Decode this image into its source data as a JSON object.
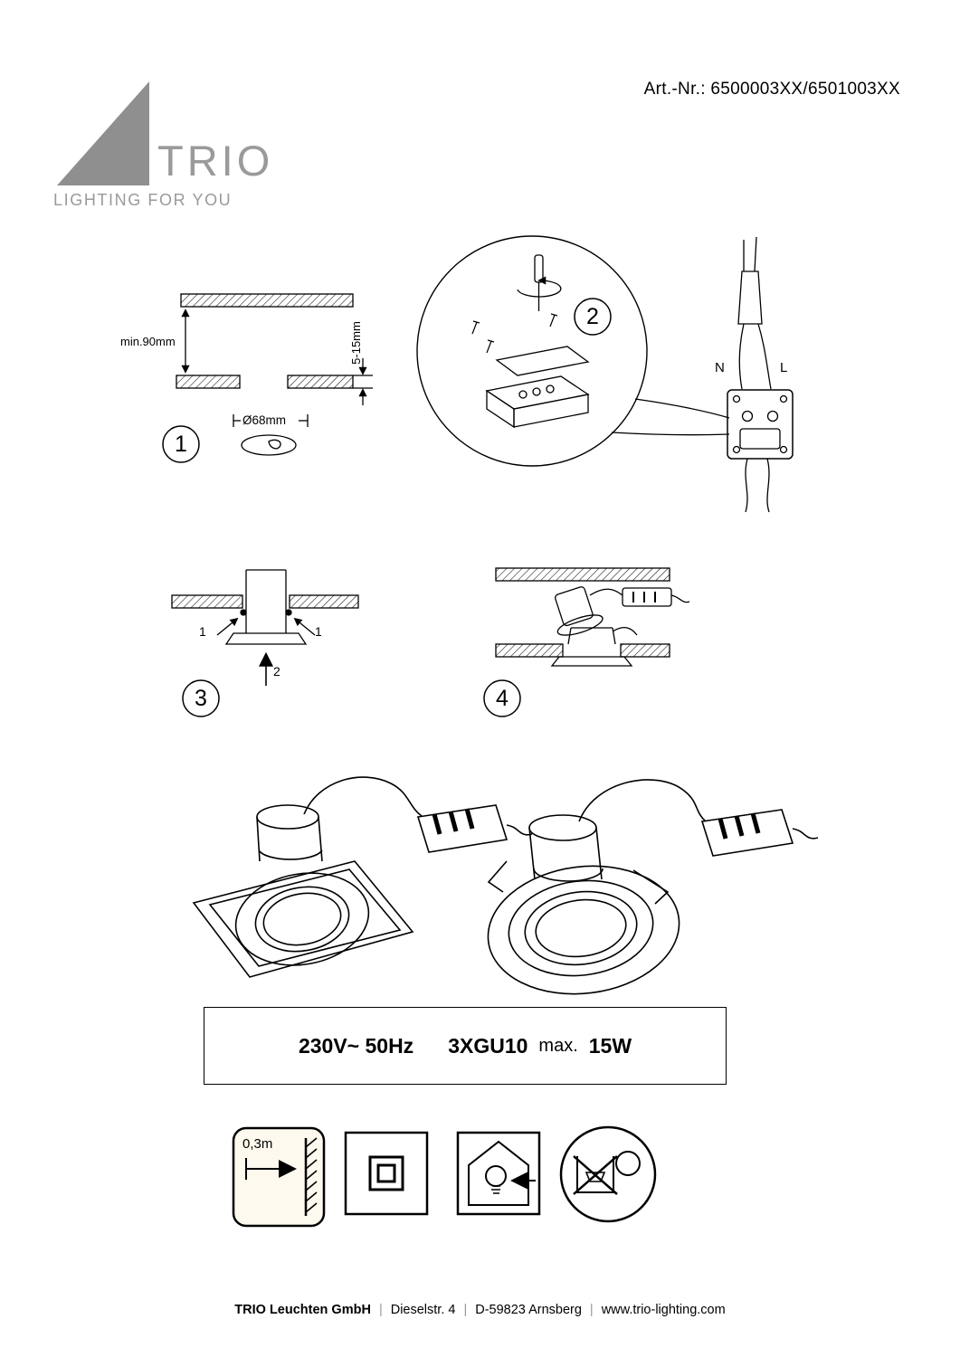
{
  "colors": {
    "brand_gray": "#8f8f8f",
    "line": "#000000",
    "icon_bg": "#fdf9ee"
  },
  "header": {
    "art_nr": "Art.-Nr.: 6500003XX/6501003XX"
  },
  "logo": {
    "name": "TRIO",
    "tagline": "LIGHTING FOR YOU"
  },
  "steps": {
    "s1": "1",
    "s2": "2",
    "s3": "3",
    "s4": "4"
  },
  "diagram1": {
    "min_depth": "min.90mm",
    "panel_thickness": "5-15mm",
    "hole_diameter": "Ø68mm"
  },
  "diagram2": {
    "wire_n": "N",
    "wire_l": "L"
  },
  "diagram3": {
    "spring_left": "1",
    "spring_right": "1",
    "insert": "2"
  },
  "spec": {
    "voltage": "230V~ 50Hz",
    "lamp": "3XGU10",
    "max": "max.",
    "watt": "15W"
  },
  "icons": {
    "distance": "0,3m"
  },
  "footer": {
    "company": "TRIO Leuchten GmbH",
    "separator": "|",
    "street": "Dieselstr. 4",
    "city": "D-59823 Arnsberg",
    "website": "www.trio-lighting.com"
  }
}
